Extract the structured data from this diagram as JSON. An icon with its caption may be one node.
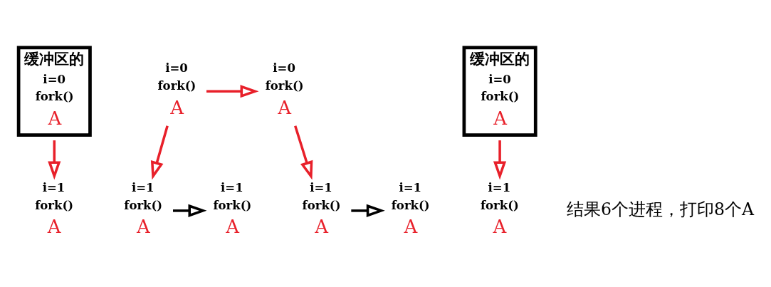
{
  "diagram": {
    "nodes": [
      {
        "text": [
          "缓冲区的",
          "i=0",
          "fork()",
          "A"
        ]
      },
      {
        "text": [
          "i=0",
          "fork()",
          "A"
        ]
      },
      {
        "text": [
          "i=0",
          "fork()",
          "A"
        ]
      },
      {
        "text": [
          "缓冲区的",
          "i=0",
          "fork()",
          "A"
        ]
      },
      {
        "text": [
          "i=1",
          "fork()",
          "A"
        ]
      },
      {
        "text": [
          "i=1",
          "fork()",
          "A"
        ]
      },
      {
        "text": [
          "i=1",
          "fork()",
          "A"
        ]
      },
      {
        "text": [
          "i=1",
          "fork()",
          "A"
        ]
      },
      {
        "text": [
          "i=1",
          "fork()",
          "A"
        ]
      },
      {
        "text": [
          "i=1",
          "fork()",
          "A"
        ]
      }
    ],
    "edges": [
      {
        "from": 1,
        "to": 2,
        "arrow": "to"
      },
      {
        "from": 0,
        "to": 4,
        "arrow": "to"
      },
      {
        "from": 1,
        "to": 5,
        "arrow": "to"
      },
      {
        "from": 2,
        "to": 7,
        "arrow": "to"
      },
      {
        "from": 3,
        "to": 9,
        "arrow": "to"
      },
      {
        "from": 5,
        "to": 6,
        "arrow": "to",
        "color": "#000000"
      },
      {
        "from": 7,
        "to": 8,
        "arrow": "to",
        "color": "#000000"
      }
    ],
    "labels": [
      "结果6个进程，打印8个A"
    ]
  }
}
